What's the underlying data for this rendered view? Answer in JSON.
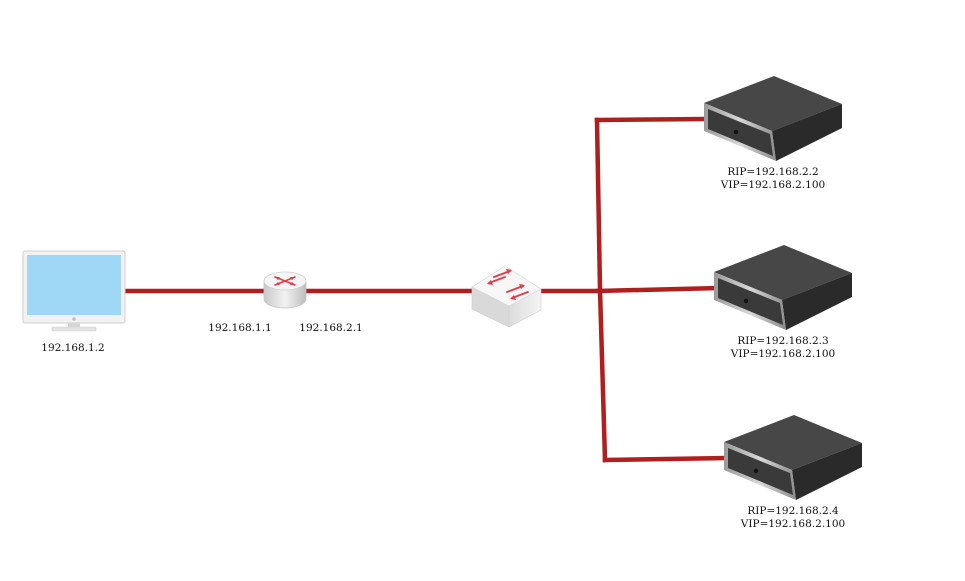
{
  "diagram": {
    "link_color": "#b01e1e",
    "client": {
      "ip": "192.168.1.2"
    },
    "router": {
      "ip_left": "192.168.1.1",
      "ip_right": "192.168.2.1"
    },
    "servers": [
      {
        "rip": "RIP=192.168.2.2",
        "vip": "VIP=192.168.2.100"
      },
      {
        "rip": "RIP=192.168.2.3",
        "vip": "VIP=192.168.2.100"
      },
      {
        "rip": "RIP=192.168.2.4",
        "vip": "VIP=192.168.2.100"
      }
    ]
  }
}
